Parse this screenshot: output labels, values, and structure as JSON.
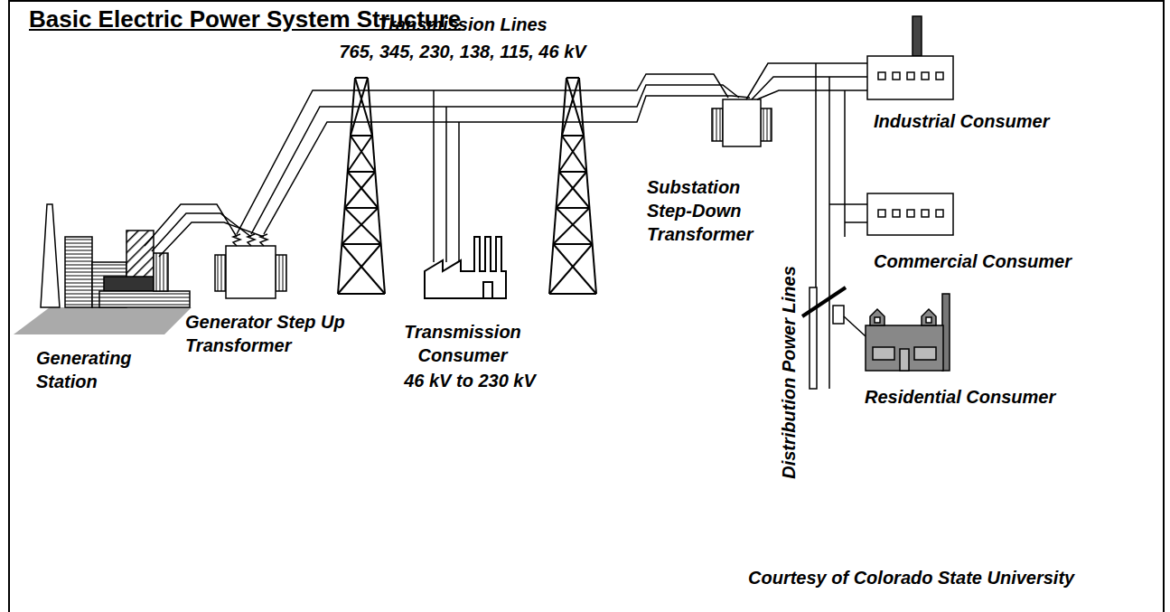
{
  "diagram": {
    "title": "Basic Electric Power System Structure",
    "caption": "Courtesy of Colorado State University",
    "labels": [
      "Transmission Lines",
      "765, 345, 230, 138, 115, 46 kV",
      "Generator Step Up Transformer",
      "Generating Station",
      "Transmission Consumer",
      "46 kV to 230 kV",
      "Substation Step-Down Transformer",
      "Industrial Consumer",
      "Commercial Consumer",
      "Distribution Power Lines",
      "Residential Consumer"
    ]
  }
}
